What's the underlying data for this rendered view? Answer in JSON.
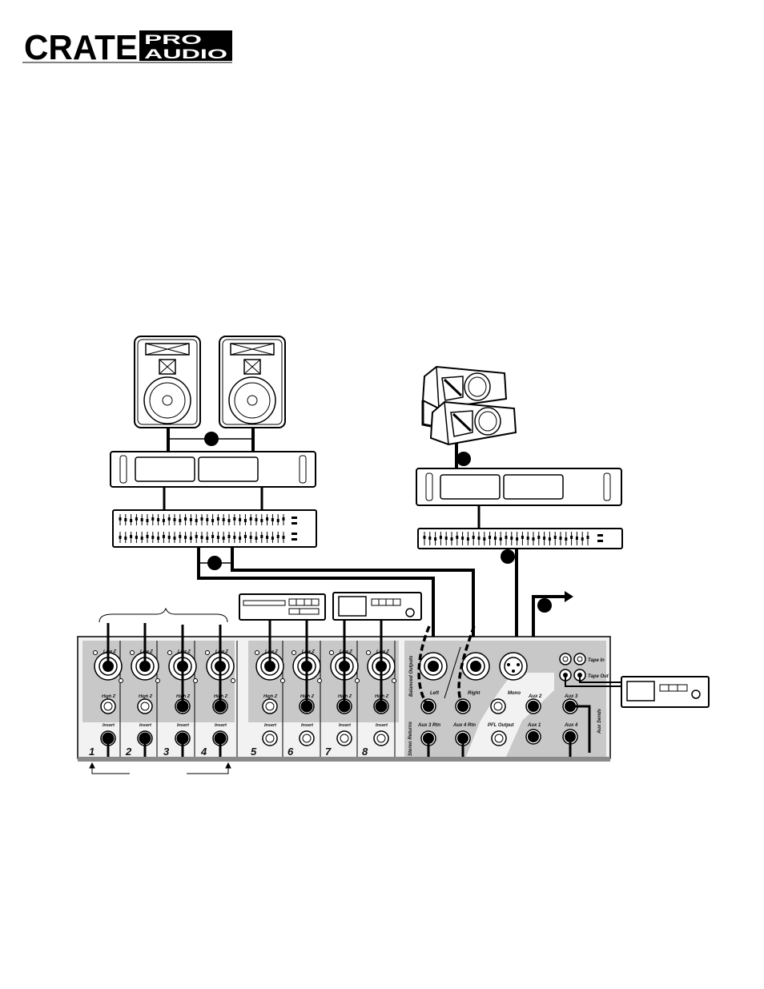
{
  "logo": {
    "brand": "CRATE",
    "line1": "PRO",
    "line2": "AUDIO"
  },
  "mixer": {
    "channels": [
      {
        "number": "1",
        "low_z": "Low Z",
        "high_z": "High Z",
        "insert": "Insert"
      },
      {
        "number": "2",
        "low_z": "Low Z",
        "high_z": "High Z",
        "insert": "Insert"
      },
      {
        "number": "3",
        "low_z": "Low Z",
        "high_z": "High Z",
        "insert": "Insert"
      },
      {
        "number": "4",
        "low_z": "Low Z",
        "high_z": "High Z",
        "insert": "Insert"
      },
      {
        "number": "5",
        "low_z": "Low Z",
        "high_z": "High Z",
        "insert": "Insert"
      },
      {
        "number": "6",
        "low_z": "Low Z",
        "high_z": "High Z",
        "insert": "Insert"
      },
      {
        "number": "7",
        "low_z": "Low Z",
        "high_z": "High Z",
        "insert": "Insert"
      },
      {
        "number": "8",
        "low_z": "Low Z",
        "high_z": "High Z",
        "insert": "Insert"
      }
    ],
    "balanced_outputs": "Balanced Outputs",
    "left": "Left",
    "right": "Right",
    "mono": "Mono",
    "stereo_returns": "Stereo Returns",
    "aux3_rtn": "Aux 3 Rtn",
    "aux4_rtn": "Aux 4 Rtn",
    "pfl_output": "PFL Output",
    "aux1": "Aux 1",
    "aux2": "Aux 2",
    "aux3": "Aux 3",
    "aux4": "Aux 4",
    "aux_sends": "Aux Sends",
    "tape_in": "Tape In",
    "tape_out": "Tape Out"
  },
  "icons": [
    "speaker-cabinet-icon",
    "floor-monitor-icon",
    "power-amplifier-icon",
    "graphic-equalizer-icon",
    "cd-player-icon",
    "effects-processor-icon",
    "tape-deck-icon"
  ]
}
